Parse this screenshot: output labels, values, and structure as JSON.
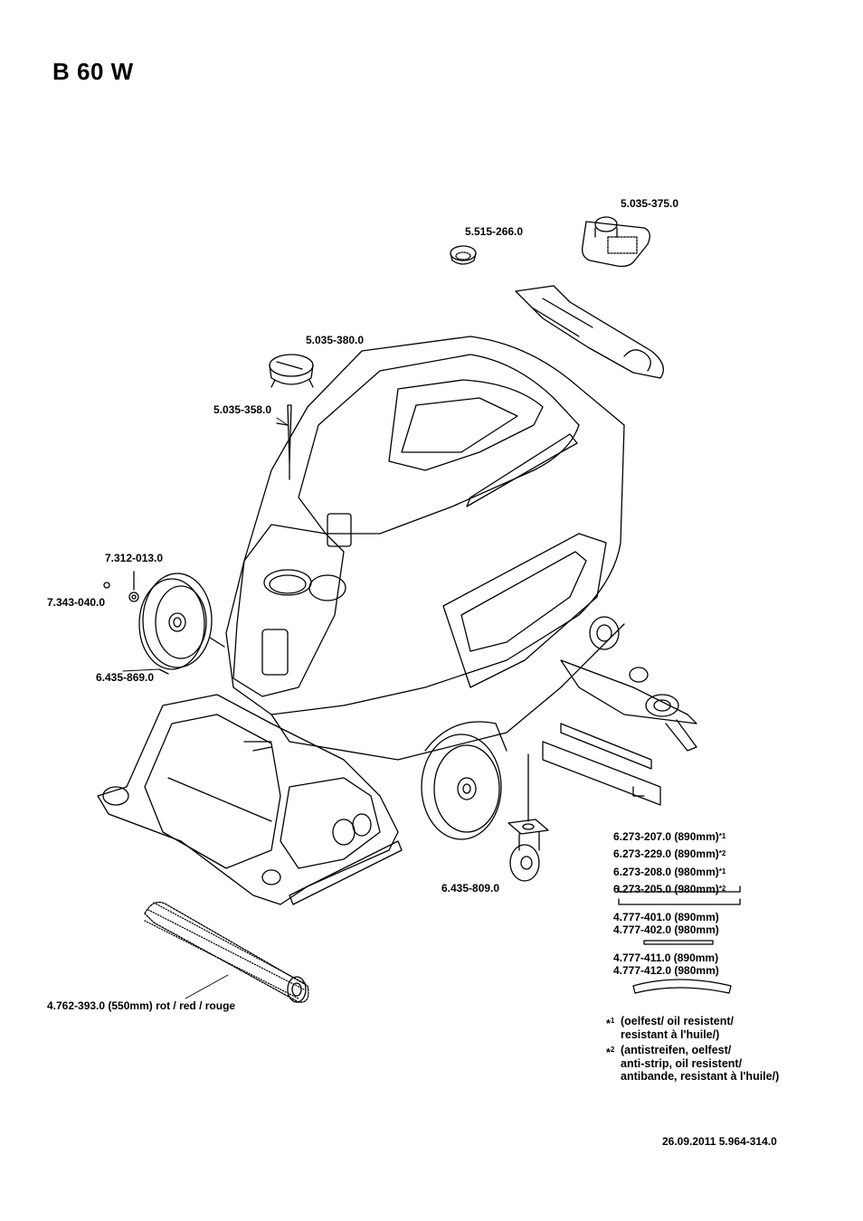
{
  "title": "B 60 W",
  "labels": {
    "p5035375": "5.035-375.0",
    "p5515266": "5.515-266.0",
    "p5035380": "5.035-380.0",
    "p5035358": "5.035-358.0",
    "p7312013": "7.312-013.0",
    "p7343040": "7.343-040.0",
    "p6435869": "6.435-869.0",
    "p6435809": "6.435-809.0",
    "p4762393": "4.762-393.0 (550mm) rot / red / rouge"
  },
  "squeegee": {
    "l1": "6.273-207.0 (890mm)",
    "l1_mark": "*1",
    "l2": "6.273-229.0 (890mm)",
    "l2_mark": "*2",
    "l3": "6.273-208.0 (980mm)",
    "l3_mark": "*1",
    "l4": "6.273-205.0 (980mm)",
    "l4_mark": "*2",
    "l5": "4.777-401.0 (890mm)",
    "l6": "4.777-402.0 (980mm)",
    "l7": "4.777-411.0 (890mm)",
    "l8": "4.777-412.0 (980mm)"
  },
  "notes": {
    "n1_mark": "*",
    "n1_sup": "1",
    "n1_line1": "(oelfest/ oil resistent/",
    "n1_line2": "resistant à l'huile/)",
    "n2_mark": "*",
    "n2_sup": "2",
    "n2_line1": "(antistreifen, oelfest/",
    "n2_line2": "anti-strip, oil resistent/",
    "n2_line3": "antibande, resistant à l'huile/)"
  },
  "footer": "26.09.2011  5.964-314.0"
}
